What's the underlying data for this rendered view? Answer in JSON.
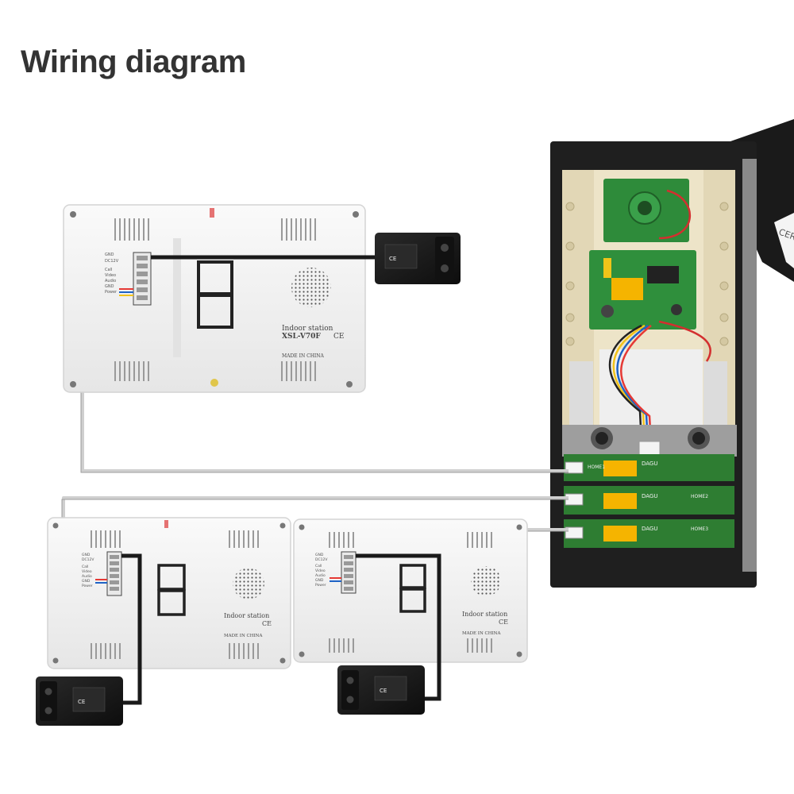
{
  "title": "Wiring diagram",
  "monitors": [
    {
      "label": "Indoor station",
      "model": "XSL-V70F",
      "origin": "MADE IN CHINA",
      "terminals": [
        "GND",
        "DC12V",
        "Call",
        "Video",
        "Audio",
        "GND",
        "Power"
      ]
    },
    {
      "label": "Indoor station",
      "model": "",
      "origin": "MADE IN CHINA",
      "terminals": [
        "GND",
        "DC12V",
        "Call",
        "Video",
        "Audio",
        "GND",
        "Power"
      ]
    },
    {
      "label": "Indoor station",
      "model": "",
      "origin": "MADE IN CHINA",
      "terminals": [
        "GND",
        "DC12V",
        "Call",
        "Video",
        "Audio",
        "GND",
        "Power"
      ]
    }
  ],
  "ce_mark": "CE",
  "outdoor_unit": {
    "label_top": "CER",
    "modules": [
      {
        "brand": "DAGU",
        "port": "HOME1"
      },
      {
        "brand": "DAGU",
        "port": "HOME2"
      },
      {
        "brand": "DAGU",
        "port": "HOME3"
      }
    ],
    "port_labels": [
      "HOME1",
      "HOME2",
      "HOME3"
    ]
  },
  "colors": {
    "title": "#333333",
    "monitor_body": "#f2f2f2",
    "power_cable": "#1a1a1a",
    "signal_cable": "#d0d0d0",
    "pcb_green": "#2e7d32",
    "relay_yellow": "#f5b400",
    "outdoor_frame": "#1e1e1e",
    "outdoor_inner": "#ece3c7"
  }
}
